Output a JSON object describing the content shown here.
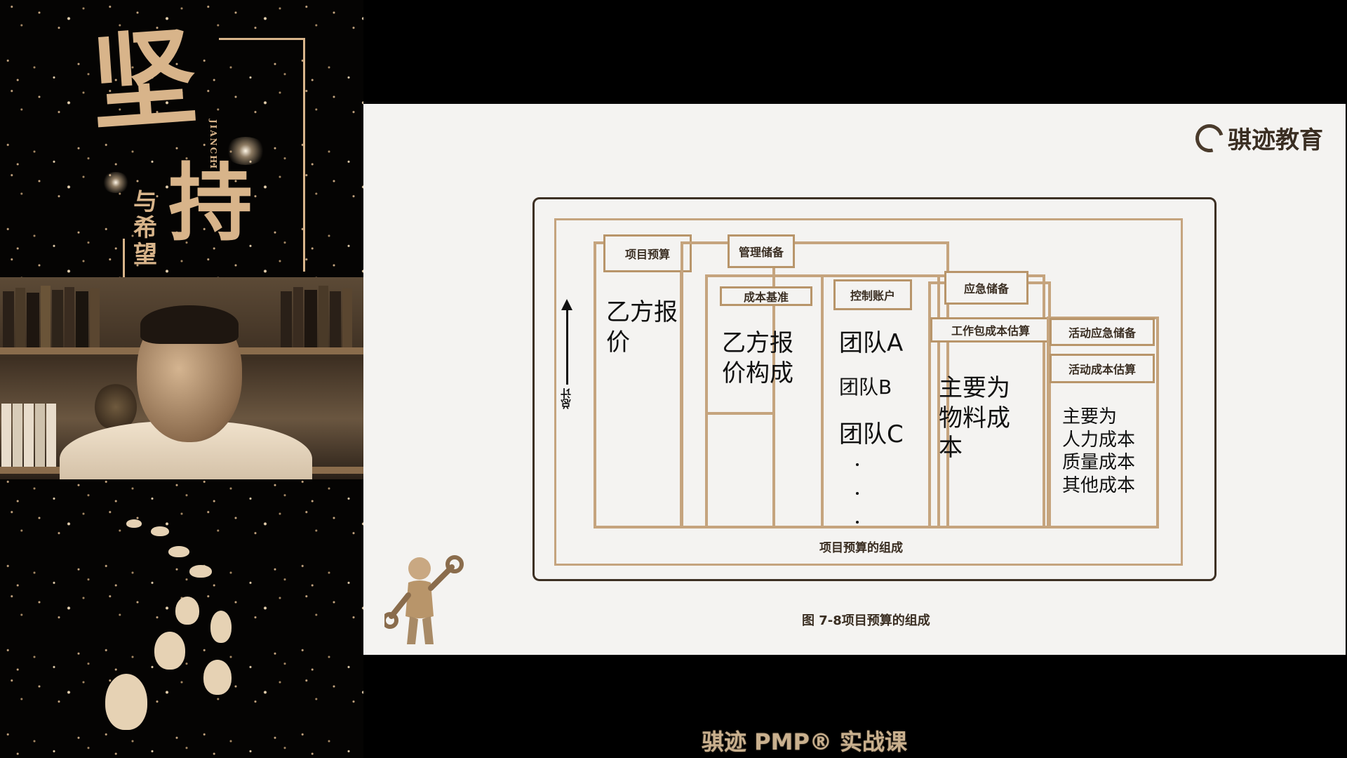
{
  "poster": {
    "title_big_1": "坚",
    "title_big_2": "持",
    "title_small": "与希望",
    "title_roman": "JIANCHI"
  },
  "slide": {
    "brand": "骐迹教育",
    "diagram": {
      "project_budget_label": "项目预算",
      "management_reserve_label": "管理储备",
      "cost_baseline_label": "成本基准",
      "control_account_label": "控制账户",
      "contingency_reserve_label": "应急储备",
      "work_package_estimate_label": "工作包成本估算",
      "activity_contingency_label": "活动应急储备",
      "activity_cost_estimate_label": "活动成本估算",
      "col1_text": "乙方报价",
      "col2_text": "乙方报价构成",
      "team_a": "团队A",
      "team_b": "团队B",
      "team_c": "团队C",
      "col4_text": "主要为物料成本",
      "col5_line1": "主要为",
      "col5_line2": "人力成本",
      "col5_line3": "质量成本",
      "col5_line4": "其他成本",
      "total_label": "总计",
      "inner_caption": "项目预算的组成"
    },
    "figure_caption": "图 7-8项目预算的组成"
  },
  "footer": {
    "text": "骐迹 PMP® 实战课"
  }
}
